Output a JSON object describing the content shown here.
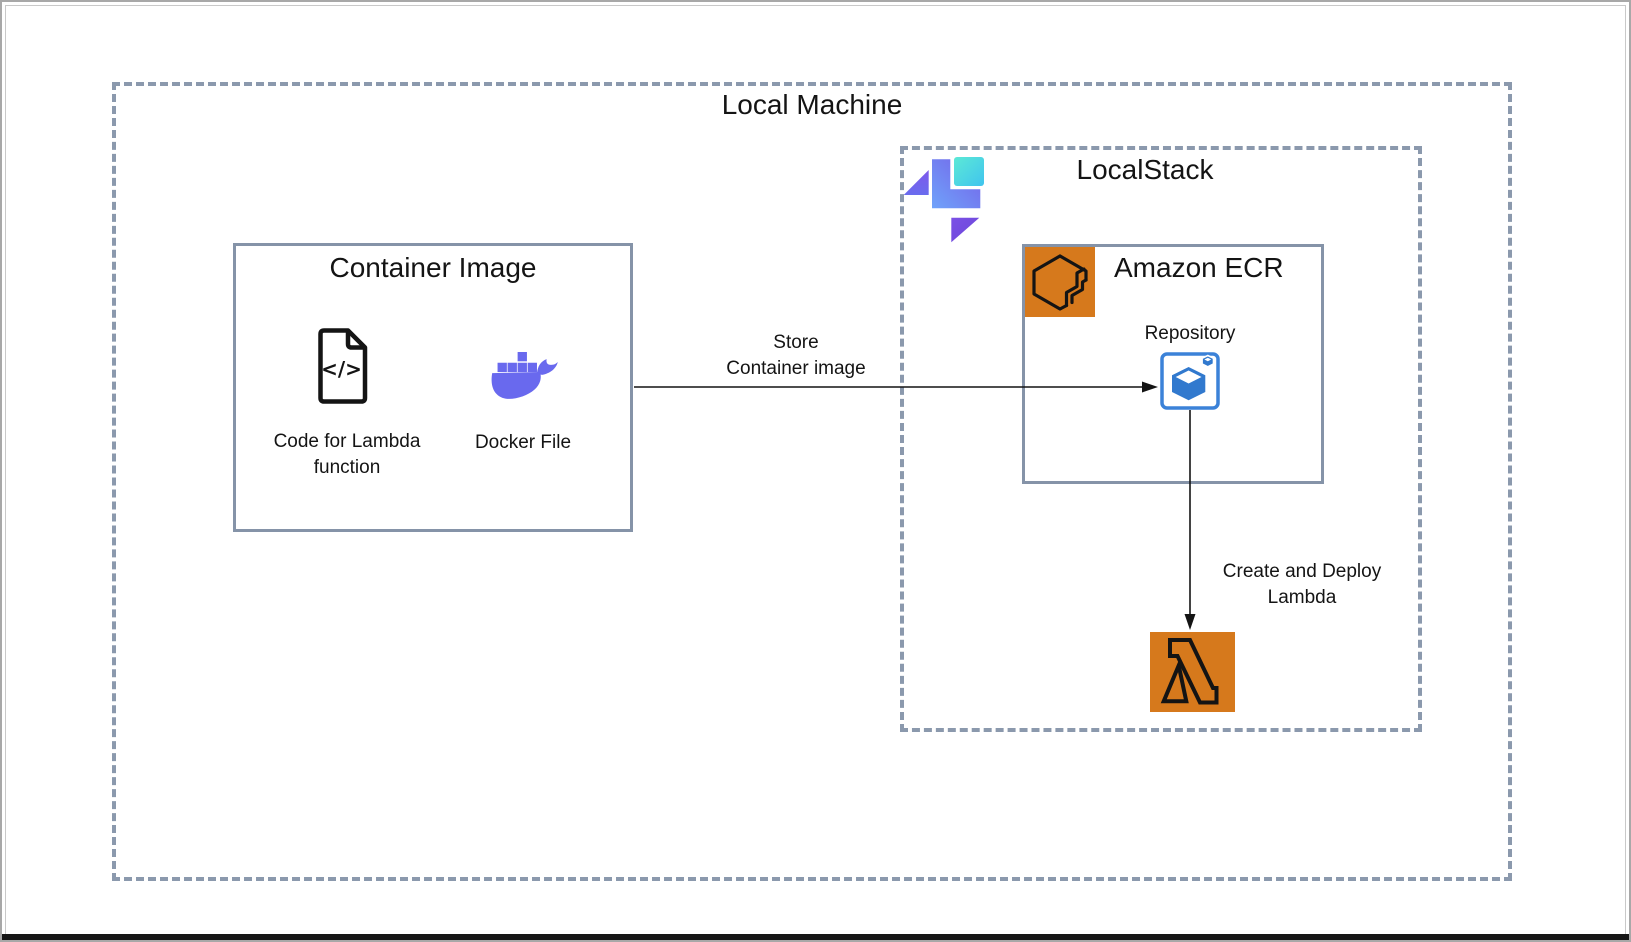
{
  "diagram": {
    "local_machine": {
      "label": "Local Machine"
    },
    "localstack": {
      "title": "LocalStack"
    },
    "container_image": {
      "title": "Container Image",
      "code": {
        "lines": [
          "Code for Lambda",
          "function"
        ]
      },
      "docker": {
        "label": "Docker File"
      }
    },
    "store_arrow": {
      "lines": [
        "Store",
        "Container image"
      ]
    },
    "ecr": {
      "title": "Amazon ECR",
      "repository_label": "Repository"
    },
    "deploy_arrow": {
      "lines": [
        "Create and Deploy",
        "Lambda"
      ]
    }
  },
  "icons": {
    "localstack_logo": "four purple/teal chevron blocks forming LocalStack mark",
    "code_file": "document outline with folded corner and </> glyph",
    "docker_whale": "purple whale carrying container boxes",
    "ecr_service": "orange square with outlined registry cube",
    "ecr_repository": "blue-bordered square with solid blue cube and small cube",
    "aws_lambda": "orange square with outlined lambda glyph"
  },
  "colors": {
    "aws-orange": "#D6791C",
    "docker-purple": "#6969EE",
    "repo-blue": "#3B82D8",
    "repo-cube-blue": "#3179CE",
    "box-border": "#8593A8",
    "dashed-border": "#8B99AD",
    "ls-teal-start": "#5CE9D6",
    "ls-teal-end": "#40C4EE",
    "ls-blue-start": "#6FA3FA",
    "ls-blue-end": "#7560E8",
    "ls-purple-start": "#7E59EC",
    "ls-purple-end": "#6A46D8",
    "text": "#141414",
    "arrow": "#141414"
  }
}
